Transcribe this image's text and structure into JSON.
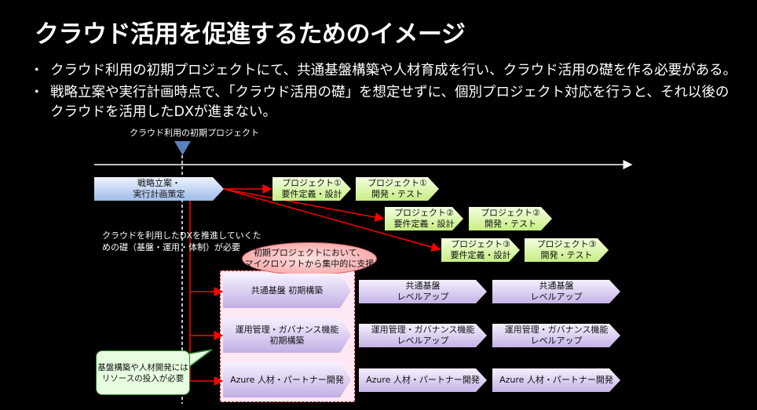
{
  "title": "クラウド活用を促進するためのイメージ",
  "bullets": [
    "クラウド利用の初期プロジェクトにて、共通基盤構築や人材育成を行い、クラウド活用の礎を作る必要がある。",
    "戦略立案や実行計画時点で、「クラウド活用の礎」を想定せずに、個別プロジェクト対応を行うと、それ以後の",
    "クラウドを活用したDXが進まない。"
  ],
  "bullet_symbol": "・",
  "milestone_label": "クラウド利用の初期プロジェクト",
  "strategy": "戦略立案・\n実行計画策定",
  "projects": [
    {
      "design": "プロジェクト①\n要件定義・設計",
      "dev": "プロジェクト①\n開発・テスト"
    },
    {
      "design": "プロジェクト②\n要件定義・設計",
      "dev": "プロジェクト②\n開発・テスト"
    },
    {
      "design": "プロジェクト③\n要件定義・設計",
      "dev": "プロジェクト③\n開発・テスト"
    }
  ],
  "foundation_note": "クラウドを利用したDXを推進していくた\nめの礎（基盤・運用・体制）が必要",
  "support_note": "初期プロジェクトにおいて、\nマイクロソフトから集中的に支援",
  "resource_note": "基盤構築や人材開発には\nリソースの投入が必要",
  "tracks": [
    {
      "initial": "共通基盤 初期構築",
      "next1": "共通基盤\nレベルアップ",
      "next2": "共通基盤\nレベルアップ"
    },
    {
      "initial": "運用管理・ガバナンス機能\n初期構築",
      "next1": "運用管理・ガバナンス機能\nレベルアップ",
      "next2": "運用管理・ガバナンス機能\nレベルアップ"
    },
    {
      "initial": "Azure 人材・パートナー開発",
      "next1": "Azure 人材・パートナー開発",
      "next2": "Azure 人材・パートナー開発"
    }
  ],
  "colors": {
    "arrow": "#ff0000",
    "milestone": "#5b7fbf",
    "callout_border": "#2f8a2f"
  }
}
